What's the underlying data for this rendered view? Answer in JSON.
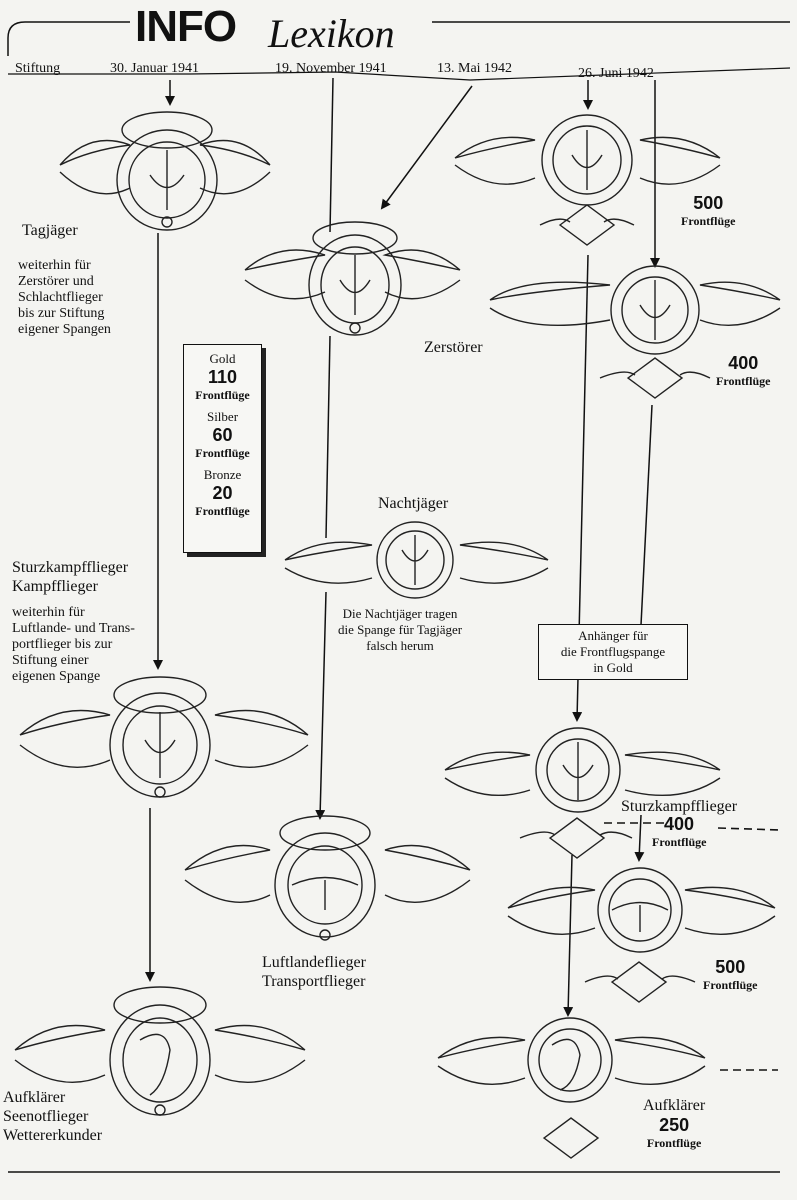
{
  "header": {
    "brand": "INFO",
    "subtitle": "Lexikon"
  },
  "timeline": {
    "stiftung": "Stiftung",
    "dates": [
      "30. Januar 1941",
      "19. November 1941",
      "13. Mai 1942",
      "26. Juni 1942"
    ]
  },
  "legend": {
    "rows": [
      {
        "metal": "Gold",
        "count": "110",
        "unit": "Frontflüge"
      },
      {
        "metal": "Silber",
        "count": "60",
        "unit": "Frontflüge"
      },
      {
        "metal": "Bronze",
        "count": "20",
        "unit": "Frontflüge"
      }
    ]
  },
  "badges": {
    "tagjaeger": {
      "label": "Tagjäger",
      "note": [
        "weiterhin für",
        "Zerstörer und",
        "Schlachtflieger",
        "bis zur Stiftung",
        "eigener Spangen"
      ]
    },
    "zerstoerer": {
      "label": "Zerstörer"
    },
    "nachtjaeger": {
      "label": "Nachtjäger",
      "note": [
        "Die Nachtjäger tragen",
        "die Spange für Tagjäger",
        "falsch herum"
      ]
    },
    "kampf": {
      "label": [
        "Sturzkampfflieger",
        "Kampfflieger"
      ],
      "note": [
        "weiterhin für",
        "Luftlande- und Trans-",
        "portflieger bis zur",
        "Stiftung einer",
        "eigenen Spange"
      ]
    },
    "luftlande": {
      "label": [
        "Luftlandeflieger",
        "Transportflieger"
      ]
    },
    "aufklaerer_left": {
      "label": [
        "Aufklärer",
        "Seenotflieger",
        "Wettererkunder"
      ]
    }
  },
  "right_column": {
    "c500": {
      "count": "500",
      "unit": "Frontflüge"
    },
    "c400": {
      "count": "400",
      "unit": "Frontflüge"
    },
    "anhaenger": [
      "Anhänger für",
      "die Frontflugspange",
      "in Gold"
    ],
    "stuka": {
      "label": "Sturzkampfflieger",
      "count": "400",
      "unit": "Frontflüge"
    },
    "c500b": {
      "count": "500",
      "unit": "Frontflüge"
    },
    "aufklaerer": {
      "label": "Aufklärer",
      "count": "250",
      "unit": "Frontflüge"
    }
  }
}
